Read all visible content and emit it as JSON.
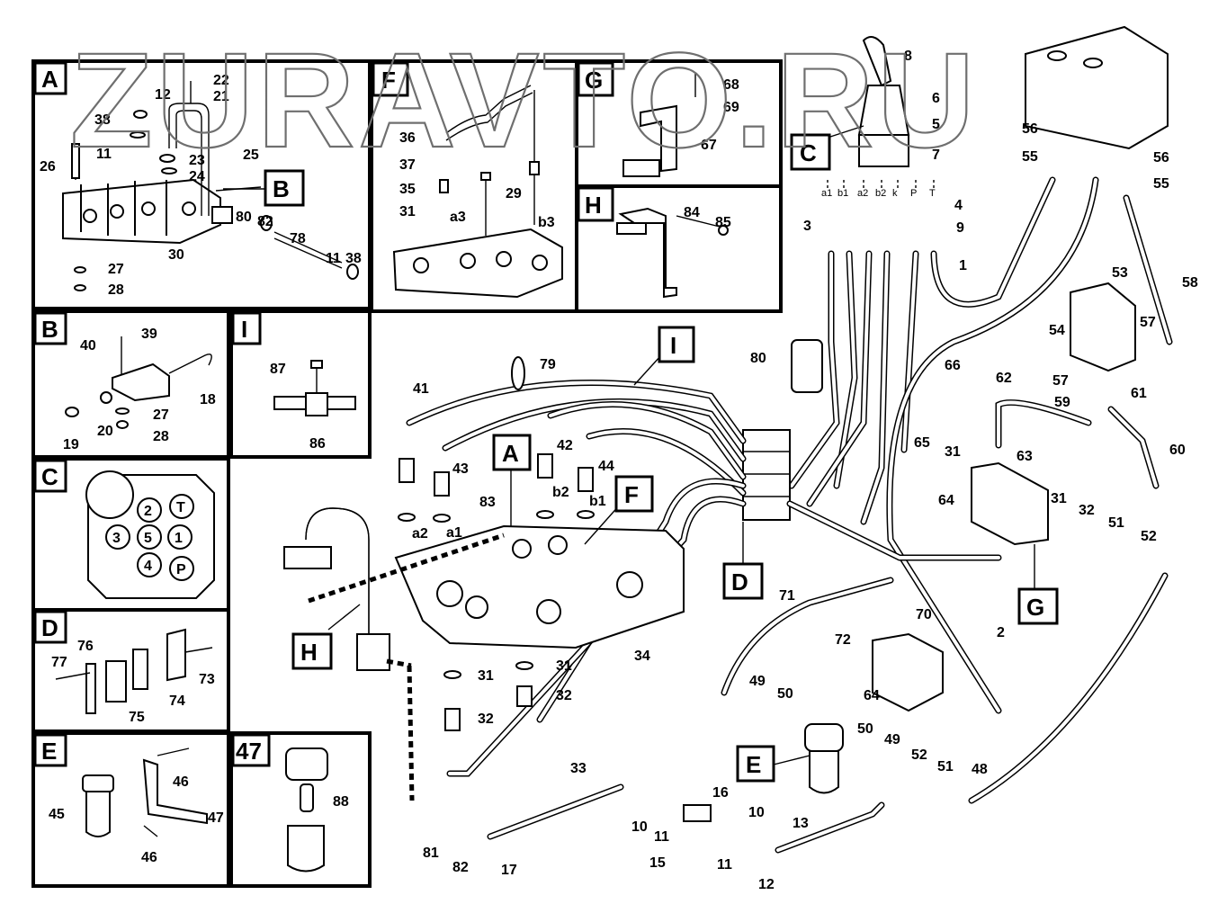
{
  "watermark": "ZURAVTO.RU",
  "panels": {
    "A": {
      "letter": "A",
      "parts": [
        "12",
        "22",
        "21",
        "38",
        "23",
        "24",
        "11",
        "25",
        "26",
        "30",
        "27",
        "28",
        "80",
        "82",
        "78",
        "11",
        "38"
      ]
    },
    "F": {
      "letter": "F",
      "parts": [
        "36",
        "37",
        "35",
        "31",
        "a3",
        "29",
        "b3"
      ]
    },
    "G": {
      "letter": "G",
      "parts": [
        "68",
        "69",
        "67"
      ]
    },
    "H": {
      "letter": "H",
      "parts": [
        "84",
        "85"
      ]
    },
    "B": {
      "letter": "B",
      "parts": [
        "40",
        "39",
        "18",
        "27",
        "19",
        "20",
        "28"
      ]
    },
    "I": {
      "letter": "I",
      "parts": [
        "87",
        "86"
      ]
    },
    "C": {
      "letter": "C",
      "ports": [
        "2",
        "T",
        "3",
        "5",
        "1",
        "4",
        "P"
      ]
    },
    "D": {
      "letter": "D",
      "parts": [
        "77",
        "76",
        "73",
        "75",
        "74"
      ]
    },
    "E": {
      "letter": "E",
      "parts": [
        "46",
        "45",
        "47",
        "46"
      ]
    },
    "P47": {
      "letter": "47",
      "parts": [
        "88"
      ]
    }
  },
  "callouts": {
    "B": "B",
    "C": "C",
    "I": "I",
    "A": "A",
    "F": "F",
    "D": "D",
    "G": "G",
    "H": "H",
    "E": "E"
  },
  "joystick_ports": [
    "a1",
    "b1",
    "a2",
    "b2",
    "k",
    "P",
    "T"
  ],
  "main_numbers": {
    "n8": "8",
    "n6": "6",
    "n5": "5",
    "n7": "7",
    "n4": "4",
    "n3": "3",
    "n9": "9",
    "n1": "1",
    "n56a": "56",
    "n55a": "55",
    "n56b": "56",
    "n55b": "55",
    "n58": "58",
    "n53": "53",
    "n54": "54",
    "n57a": "57",
    "n57b": "57",
    "n66": "66",
    "n80": "80",
    "n79": "79",
    "n41": "41",
    "n42": "42",
    "n43": "43",
    "n44": "44",
    "nb2": "b2",
    "nb1": "b1",
    "na2": "a2",
    "na1": "a1",
    "n83": "83",
    "n62": "62",
    "n59": "59",
    "n61": "61",
    "n60": "60",
    "n65": "65",
    "n31a": "31",
    "n64a": "64",
    "n63": "63",
    "n31b": "31",
    "n32a": "32",
    "n51a": "51",
    "n52a": "52",
    "n2": "2",
    "n71": "71",
    "n70": "70",
    "n72": "72",
    "n64b": "64",
    "n49a": "49",
    "n50a": "50",
    "n50b": "50",
    "n49b": "49",
    "n52b": "52",
    "n51b": "51",
    "n48": "48",
    "n34": "34",
    "n31c": "31",
    "n31d": "31",
    "n32b": "32",
    "n32c": "32",
    "n33": "33",
    "n16": "16",
    "n10a": "10",
    "n11a": "11",
    "n10b": "10",
    "n13": "13",
    "n15": "15",
    "n11b": "11",
    "n12": "12",
    "n81": "81",
    "n82": "82",
    "n17": "17"
  }
}
